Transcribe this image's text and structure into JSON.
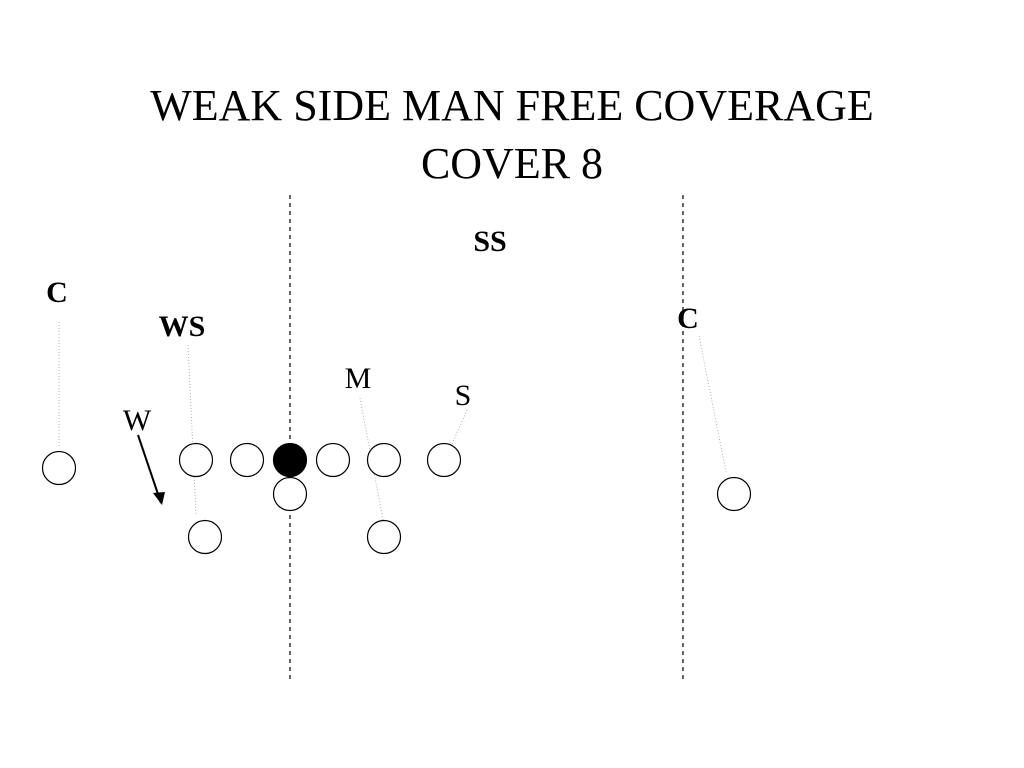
{
  "slide": {
    "title_line1": "WEAK SIDE MAN FREE   COVERAGE",
    "title_line2": "COVER 8"
  },
  "defense": {
    "ss": "SS",
    "c_left": "C",
    "ws": "WS",
    "c_right": "C",
    "m": "M",
    "s": "S",
    "w": "W"
  },
  "colors": {
    "ink": "#000000",
    "background": "#ffffff",
    "coverage_line": "#b0b0b0"
  }
}
